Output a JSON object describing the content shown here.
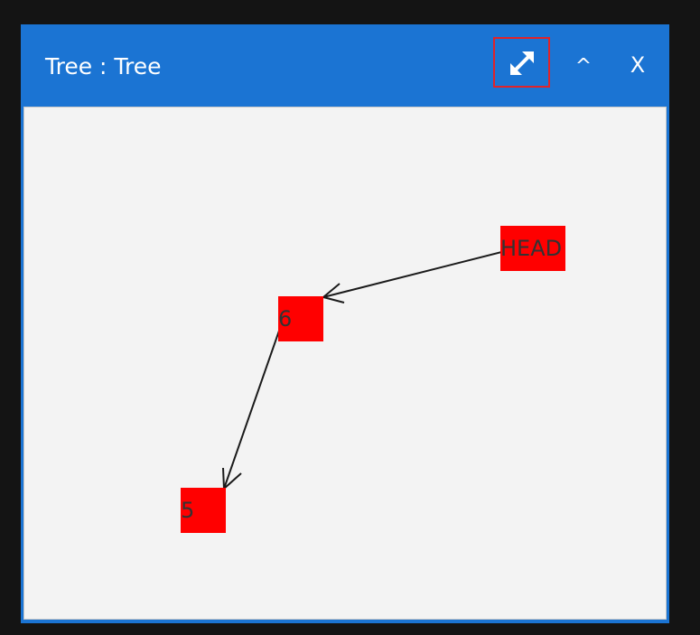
{
  "window": {
    "title": "Tree : Tree",
    "controls": {
      "maximize_icon": "expand-arrows-icon",
      "collapse_label": "^",
      "close_label": "X"
    },
    "accent_color": "#1b74d3",
    "focus_outline_color": "#e0232a"
  },
  "tree": {
    "node_color": "#ff0000",
    "edge_color": "#1a1a1a",
    "nodes": [
      {
        "id": "head",
        "label": "HEAD"
      },
      {
        "id": "n6",
        "label": "6"
      },
      {
        "id": "n5",
        "label": "5"
      }
    ],
    "edges": [
      {
        "from": "HEAD",
        "to": "6"
      },
      {
        "from": "6",
        "to": "5"
      }
    ]
  }
}
